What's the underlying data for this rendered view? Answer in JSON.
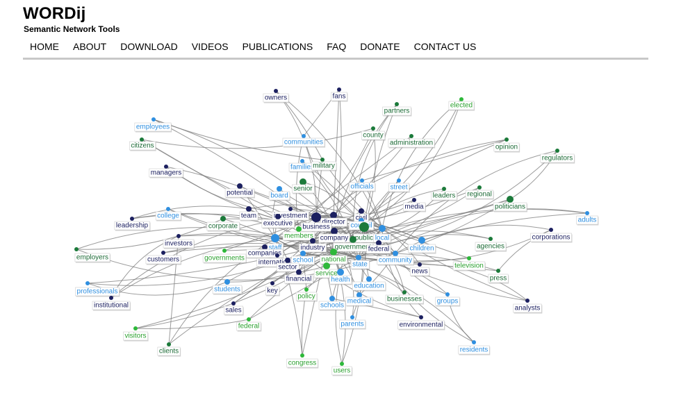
{
  "header": {
    "logo": "WORDij",
    "tagline": "Semantic Network Tools"
  },
  "nav": {
    "items": [
      "HOME",
      "ABOUT",
      "DOWNLOAD",
      "VIDEOS",
      "PUBLICATIONS",
      "FAQ",
      "DONATE",
      "CONTACT US"
    ]
  },
  "colors": {
    "navy": "#1c2060",
    "blue": "#2f8fe0",
    "green": "#1b7a3a",
    "lightgreen": "#2eb83a",
    "navy_text": "#1c2060",
    "blue_text": "#2f8fe0",
    "green_text": "#1b6a35",
    "lightgreen_text": "#2aa02e"
  },
  "network": {
    "nodes": [
      {
        "id": "owners",
        "label": "owners",
        "group": "navy"
      },
      {
        "id": "fans",
        "label": "fans",
        "group": "navy"
      },
      {
        "id": "partners",
        "label": "partners",
        "group": "green"
      },
      {
        "id": "elected",
        "label": "elected",
        "group": "lightgreen"
      },
      {
        "id": "employees",
        "label": "employees",
        "group": "blue"
      },
      {
        "id": "citizens",
        "label": "citizens",
        "group": "green"
      },
      {
        "id": "communities",
        "label": "communities",
        "group": "blue"
      },
      {
        "id": "county",
        "label": "county",
        "group": "green"
      },
      {
        "id": "administration",
        "label": "administration",
        "group": "green"
      },
      {
        "id": "opinion",
        "label": "opinion",
        "group": "green"
      },
      {
        "id": "regulators",
        "label": "regulators",
        "group": "green"
      },
      {
        "id": "families",
        "label": "families",
        "group": "blue"
      },
      {
        "id": "military",
        "label": "military",
        "group": "green"
      },
      {
        "id": "managers",
        "label": "managers",
        "group": "navy"
      },
      {
        "id": "senior",
        "label": "senior",
        "group": "green"
      },
      {
        "id": "officials",
        "label": "officials",
        "group": "blue"
      },
      {
        "id": "street",
        "label": "street",
        "group": "blue"
      },
      {
        "id": "leaders",
        "label": "leaders",
        "group": "green"
      },
      {
        "id": "regional",
        "label": "regional",
        "group": "green"
      },
      {
        "id": "potential",
        "label": "potential",
        "group": "navy"
      },
      {
        "id": "board",
        "label": "board",
        "group": "blue"
      },
      {
        "id": "media",
        "label": "media",
        "group": "navy"
      },
      {
        "id": "politicians",
        "label": "politicians",
        "group": "green"
      },
      {
        "id": "college",
        "label": "college",
        "group": "blue"
      },
      {
        "id": "team",
        "label": "team",
        "group": "navy"
      },
      {
        "id": "investment",
        "label": "investment",
        "group": "navy"
      },
      {
        "id": "director",
        "label": "director",
        "group": "navy"
      },
      {
        "id": "civil",
        "label": "civil",
        "group": "navy"
      },
      {
        "id": "adults",
        "label": "adults",
        "group": "blue"
      },
      {
        "id": "leadership",
        "label": "leadership",
        "group": "navy"
      },
      {
        "id": "corporate",
        "label": "corporate",
        "group": "green"
      },
      {
        "id": "executive",
        "label": "executive",
        "group": "navy"
      },
      {
        "id": "business",
        "label": "business",
        "group": "navy"
      },
      {
        "id": "council",
        "label": "council",
        "group": "blue"
      },
      {
        "id": "corporations",
        "label": "corporations",
        "group": "navy"
      },
      {
        "id": "investors",
        "label": "investors",
        "group": "navy"
      },
      {
        "id": "members",
        "label": "members",
        "group": "lightgreen"
      },
      {
        "id": "company",
        "label": "company",
        "group": "navy"
      },
      {
        "id": "public",
        "label": "public",
        "group": "green"
      },
      {
        "id": "local",
        "label": "local",
        "group": "blue"
      },
      {
        "id": "agencies",
        "label": "agencies",
        "group": "green"
      },
      {
        "id": "staff",
        "label": "staff",
        "group": "blue"
      },
      {
        "id": "industry",
        "label": "industry",
        "group": "navy"
      },
      {
        "id": "government",
        "label": "government",
        "group": "green"
      },
      {
        "id": "federal_c",
        "label": "federal",
        "group": "navy"
      },
      {
        "id": "children",
        "label": "children",
        "group": "blue"
      },
      {
        "id": "employers",
        "label": "employers",
        "group": "green"
      },
      {
        "id": "customers",
        "label": "customers",
        "group": "navy"
      },
      {
        "id": "governments",
        "label": "governments",
        "group": "lightgreen"
      },
      {
        "id": "companies",
        "label": "companies",
        "group": "navy"
      },
      {
        "id": "international",
        "label": "international",
        "group": "navy"
      },
      {
        "id": "school",
        "label": "school",
        "group": "blue"
      },
      {
        "id": "national",
        "label": "national",
        "group": "lightgreen"
      },
      {
        "id": "community",
        "label": "community",
        "group": "blue"
      },
      {
        "id": "television",
        "label": "television",
        "group": "lightgreen"
      },
      {
        "id": "sector",
        "label": "sector",
        "group": "navy"
      },
      {
        "id": "state",
        "label": "state",
        "group": "blue"
      },
      {
        "id": "news",
        "label": "news",
        "group": "navy"
      },
      {
        "id": "service",
        "label": "service",
        "group": "lightgreen"
      },
      {
        "id": "press",
        "label": "press",
        "group": "green"
      },
      {
        "id": "financial",
        "label": "financial",
        "group": "navy"
      },
      {
        "id": "health",
        "label": "health",
        "group": "blue"
      },
      {
        "id": "education",
        "label": "education",
        "group": "blue"
      },
      {
        "id": "professionals",
        "label": "professionals",
        "group": "blue"
      },
      {
        "id": "students",
        "label": "students",
        "group": "blue"
      },
      {
        "id": "key",
        "label": "key",
        "group": "navy"
      },
      {
        "id": "policy",
        "label": "policy",
        "group": "lightgreen"
      },
      {
        "id": "businesses",
        "label": "businesses",
        "group": "green"
      },
      {
        "id": "institutional",
        "label": "institutional",
        "group": "navy"
      },
      {
        "id": "schools",
        "label": "schools",
        "group": "blue"
      },
      {
        "id": "medical",
        "label": "medical",
        "group": "blue"
      },
      {
        "id": "groups",
        "label": "groups",
        "group": "blue"
      },
      {
        "id": "analysts",
        "label": "analysts",
        "group": "navy"
      },
      {
        "id": "sales",
        "label": "sales",
        "group": "navy"
      },
      {
        "id": "parents",
        "label": "parents",
        "group": "blue"
      },
      {
        "id": "environmental",
        "label": "environmental",
        "group": "navy"
      },
      {
        "id": "federal",
        "label": "federal",
        "group": "lightgreen"
      },
      {
        "id": "visitors",
        "label": "visitors",
        "group": "lightgreen"
      },
      {
        "id": "residents",
        "label": "residents",
        "group": "blue"
      },
      {
        "id": "clients",
        "label": "clients",
        "group": "green"
      },
      {
        "id": "congress",
        "label": "congress",
        "group": "lightgreen"
      },
      {
        "id": "users",
        "label": "users",
        "group": "lightgreen"
      }
    ],
    "hubs": [
      "business",
      "company",
      "public",
      "local",
      "government",
      "national",
      "school",
      "staff",
      "director",
      "council",
      "community",
      "state"
    ]
  }
}
